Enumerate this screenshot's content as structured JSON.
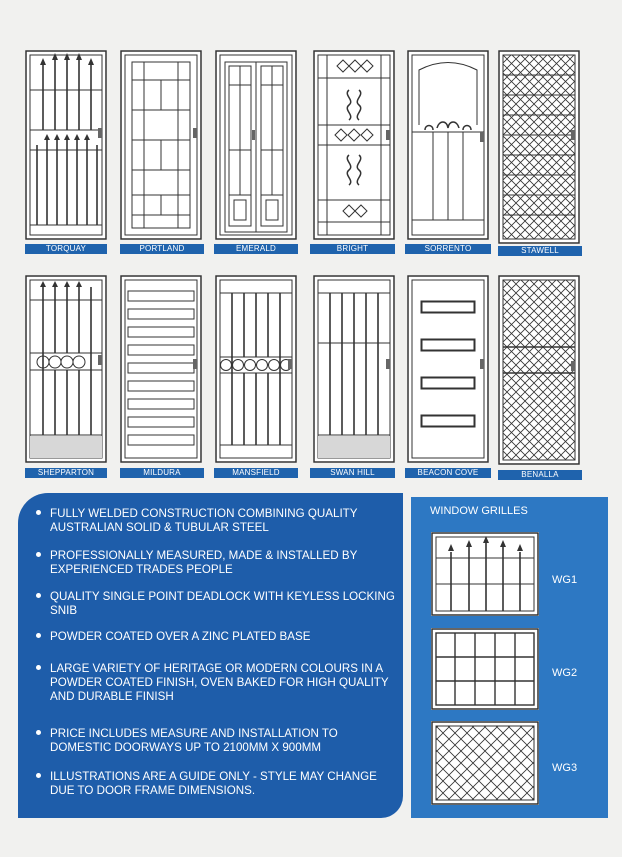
{
  "doors_row1": [
    {
      "name": "TORQUAY",
      "icon": "torquay-door-icon"
    },
    {
      "name": "PORTLAND",
      "icon": "portland-door-icon"
    },
    {
      "name": "EMERALD",
      "icon": "emerald-door-icon"
    },
    {
      "name": "BRIGHT",
      "icon": "bright-door-icon"
    },
    {
      "name": "SORRENTO",
      "icon": "sorrento-door-icon"
    },
    {
      "name": "STAWELL",
      "icon": "stawell-door-icon"
    }
  ],
  "doors_row2": [
    {
      "name": "SHEPPARTON",
      "icon": "shepparton-door-icon"
    },
    {
      "name": "MILDURA",
      "icon": "mildura-door-icon"
    },
    {
      "name": "MANSFIELD",
      "icon": "mansfield-door-icon"
    },
    {
      "name": "SWAN HILL",
      "icon": "swan-hill-door-icon"
    },
    {
      "name": "BEACON COVE",
      "icon": "beacon-cove-door-icon"
    },
    {
      "name": "BENALLA",
      "icon": "benalla-door-icon"
    }
  ],
  "features": [
    "FULLY WELDED CONSTRUCTION COMBINING QUALITY AUSTRALIAN SOLID & TUBULAR STEEL",
    "PROFESSIONALLY MEASURED, MADE & INSTALLED BY EXPERIENCED TRADES PEOPLE",
    "QUALITY SINGLE POINT DEADLOCK WITH KEYLESS LOCKING SNIB",
    "POWDER COATED OVER  A ZINC PLATED BASE",
    "LARGE VARIETY OF HERITAGE OR MODERN COLOURS IN A POWDER COATED FINISH, OVEN BAKED FOR HIGH QUALITY AND DURABLE FINISH",
    "PRICE INCLUDES MEASURE AND INSTALLATION TO DOMESTIC DOORWAYS UP TO 2100mm x 900mm",
    "ILLUSTRATIONS ARE A GUIDE ONLY - STYLE MAY CHANGE DUE TO DOOR FRAME DIMENSIONS."
  ],
  "window_grilles": {
    "title": "WINDOW GRILLES",
    "items": [
      {
        "code": "WG1",
        "icon": "wg1-grille-icon"
      },
      {
        "code": "WG2",
        "icon": "wg2-grille-icon"
      },
      {
        "code": "WG3",
        "icon": "wg3-grille-icon"
      }
    ]
  },
  "colors": {
    "brand_blue": "#1e5daa",
    "grille_panel": "#2d78c3",
    "label_blue": "#1f63ad"
  }
}
